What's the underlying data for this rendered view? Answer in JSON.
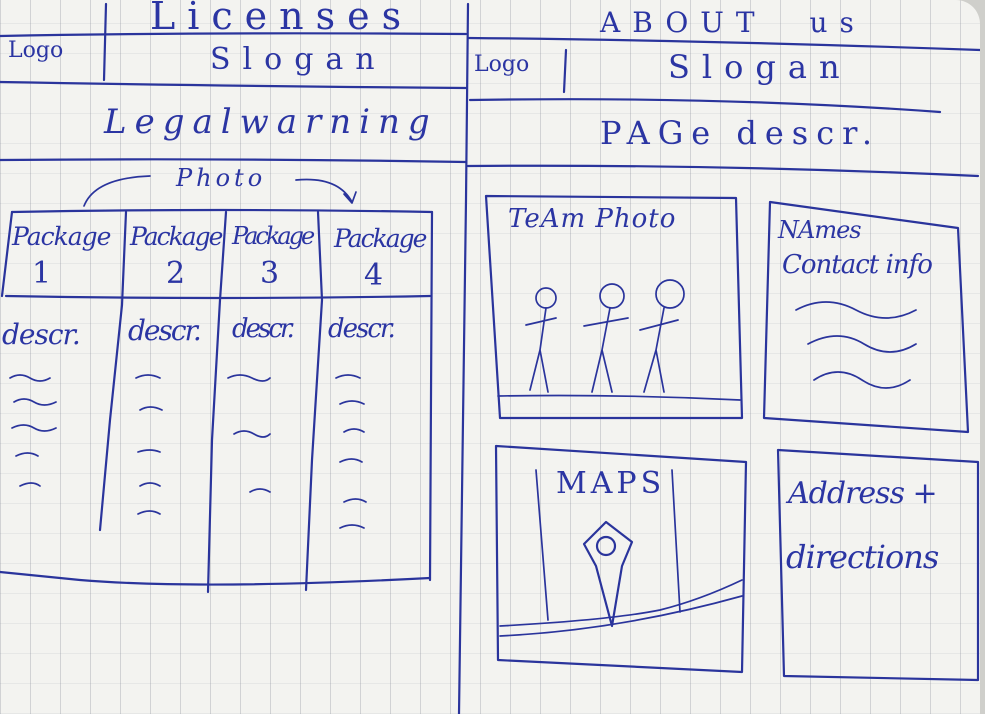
{
  "left_page": {
    "title": "Licenses",
    "logo": "Logo",
    "slogan": "Slogan",
    "legal": "Legalwarning",
    "photo_label": "Photo",
    "packages": [
      {
        "name": "Package",
        "num": "1",
        "desc": "descr."
      },
      {
        "name": "Package",
        "num": "2",
        "desc": "descr."
      },
      {
        "name": "Package",
        "num": "3",
        "desc": "descr."
      },
      {
        "name": "Package",
        "num": "4",
        "desc": "descr."
      }
    ]
  },
  "right_page": {
    "title": "ABOUT us",
    "logo": "Logo",
    "slogan": "Slogan",
    "page_desc": "PAGe descr.",
    "team_photo": "TeAm Photo",
    "names_line1": "NAmes",
    "names_line2": "Contact info",
    "maps": "MAPS",
    "address_line1": "Address +",
    "address_line2": "directions"
  }
}
